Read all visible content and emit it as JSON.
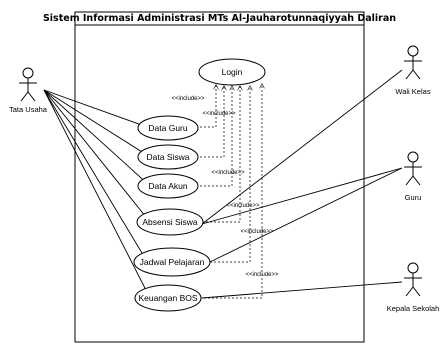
{
  "system": {
    "title": "Sistem Informasi Administrasi MTs Al-Jauharotunnaqiyyah Daliran"
  },
  "actors": {
    "tata_usaha": "Tata Usaha",
    "wali_kelas": "Wali Kelas",
    "guru": "Guru",
    "kepala_sekolah": "Kepala Sekolah"
  },
  "use_cases": {
    "login": "Login",
    "data_guru": "Data Guru",
    "data_siswa": "Data Siswa",
    "data_akun": "Data Akun",
    "absensi_siswa": "Absensi Siswa",
    "jadwal_pelajaran": "Jadwal Pelajaran",
    "keuangan_bos": "Keuangan BOS"
  },
  "relation_label": "<<include>>"
}
